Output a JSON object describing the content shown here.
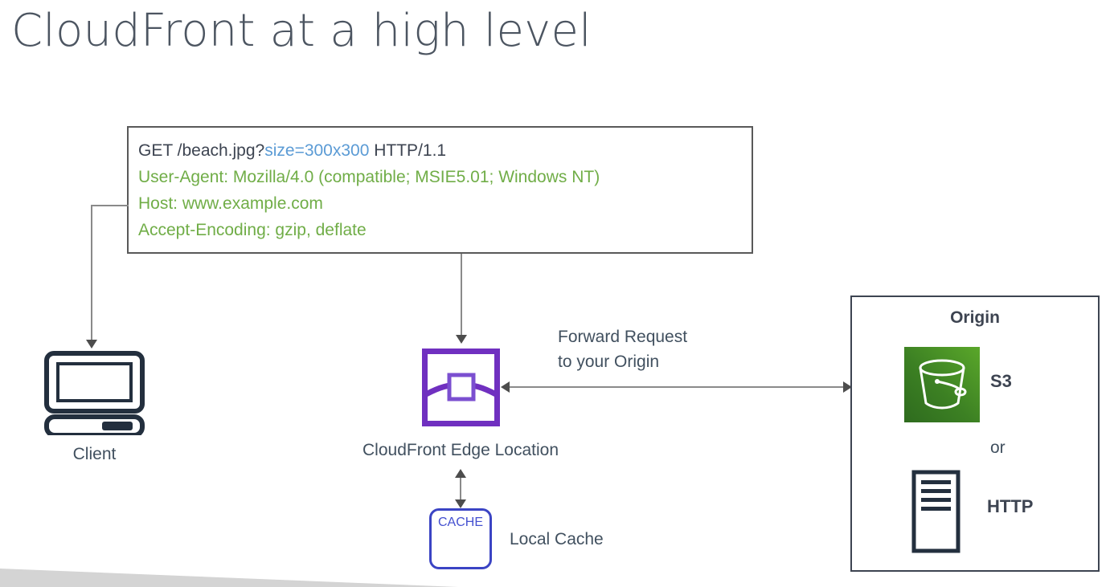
{
  "slide": {
    "title": "CloudFront at a high level",
    "colors": {
      "title": "#4c5561",
      "request_blue": "#5b9bd5",
      "request_green": "#70ad47",
      "cloudfront_purple": "#7030c0",
      "cache_blue": "#3b44c4",
      "s3_green": "#3c8023",
      "aws_navy": "#232f3e",
      "connector_gray": "#8a8a8a",
      "wedge_gray": "#d4d4d4"
    }
  },
  "request_box": {
    "lines": [
      {
        "segments": [
          {
            "text": "GET /beach.jpg?",
            "style": "dark"
          },
          {
            "text": "size=300x300",
            "style": "blue"
          },
          {
            "text": " HTTP/1.1",
            "style": "dark"
          }
        ]
      },
      {
        "segments": [
          {
            "text": "User-Agent: Mozilla/4.0 (compatible; MSIE5.01; Windows NT)",
            "style": "green"
          }
        ]
      },
      {
        "segments": [
          {
            "text": "Host: www.example.com",
            "style": "green"
          }
        ]
      },
      {
        "segments": [
          {
            "text": "Accept-Encoding: gzip, deflate",
            "style": "green"
          }
        ]
      }
    ],
    "line1_part1": "GET /beach.jpg?",
    "line1_query": "size=300x300",
    "line1_part2": " HTTP/1.1",
    "line2": "User-Agent: Mozilla/4.0 (compatible; MSIE5.01; Windows NT)",
    "line3": "Host: www.example.com",
    "line4": "Accept-Encoding: gzip, deflate"
  },
  "client": {
    "label": "Client",
    "icon": "desktop-computer-icon"
  },
  "edge": {
    "label": "CloudFront Edge Location",
    "icon": "cloudfront-edge-icon"
  },
  "forward": {
    "line1": "Forward Request",
    "line2": "to your Origin"
  },
  "cache": {
    "badge": "CACHE",
    "label": "Local Cache",
    "icon": "cache-box-icon"
  },
  "origin": {
    "title": "Origin",
    "s3_label": "S3",
    "or_label": "or",
    "http_label": "HTTP",
    "s3_icon": "s3-bucket-icon",
    "http_icon": "http-server-icon"
  }
}
